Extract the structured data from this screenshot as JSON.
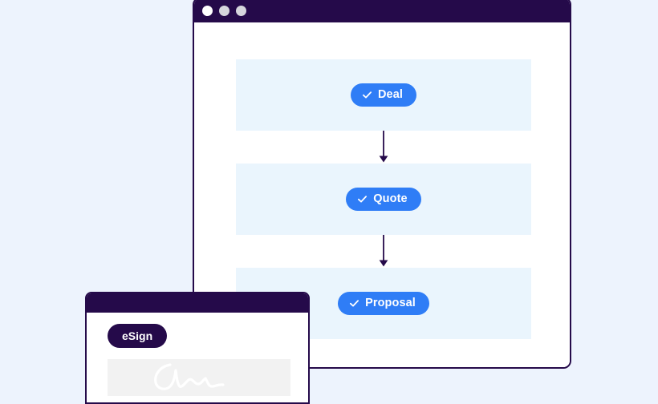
{
  "page": {
    "background_color": "#edf3fd"
  },
  "main_window": {
    "name": "cpq-pipeline-window",
    "border_color": "#250a4a",
    "titlebar": {
      "background_color": "#250a4a",
      "dots": [
        {
          "name": "close",
          "color": "#ffffff"
        },
        {
          "name": "minimize",
          "color": "#d6d6dd"
        },
        {
          "name": "maximize",
          "color": "#d6d6dd"
        }
      ]
    },
    "pipeline": {
      "row_background_color": "#eaf5fd",
      "chip_color": "#2f7df6",
      "chip_text_color": "#ffffff",
      "connector_color": "#250a4a",
      "stages": [
        {
          "label": "Deal",
          "icon": "check-icon",
          "completed": true
        },
        {
          "label": "Quote",
          "icon": "check-icon",
          "completed": true
        },
        {
          "label": "Proposal",
          "icon": "check-icon",
          "completed": true
        }
      ]
    }
  },
  "esign_window": {
    "name": "esign-window",
    "border_color": "#250a4a",
    "titlebar": {
      "background_color": "#250a4a"
    },
    "badge": {
      "label": "eSign",
      "background_color": "#250a4a",
      "text_color": "#ffffff"
    },
    "signature": {
      "name": "signature-stroke",
      "box_background_color": "#f2f2f2",
      "stroke_color": "#ffffff"
    }
  }
}
